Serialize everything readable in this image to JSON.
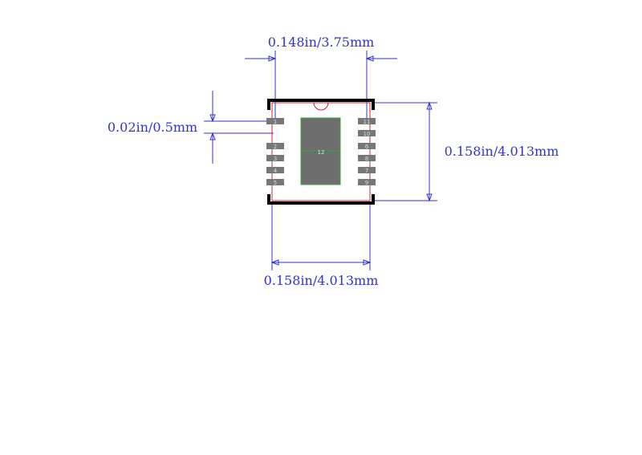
{
  "colors": {
    "dimension": "#3333cc",
    "outline": "#cc2233",
    "silkscreen": "#000000",
    "pad": "#777777",
    "pad_label": "#dddddd",
    "thermal_pad": "#6e6e6e",
    "thermal_border": "#33aa33"
  },
  "dimensions": {
    "top_width": "0.148in/3.75mm",
    "pitch": "0.02in/0.5mm",
    "right_height": "0.158in/4.013mm",
    "bottom_width": "0.158in/4.013mm"
  },
  "pads": {
    "left": [
      "1",
      "2",
      "3",
      "4",
      "5"
    ],
    "right": [
      "11",
      "10",
      "6",
      "8",
      "7",
      "9"
    ],
    "center": "12"
  }
}
